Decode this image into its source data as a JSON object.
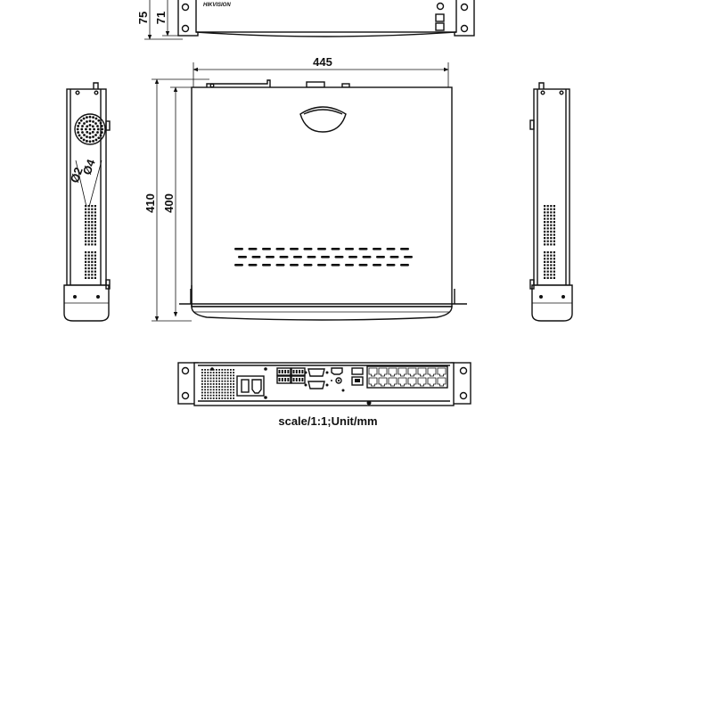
{
  "dimensions": {
    "height_outer": "75",
    "height_inner": "71",
    "width": "445",
    "depth_outer": "410",
    "depth_inner": "400",
    "hole_large": "Ø4",
    "hole_small": "Ø2"
  },
  "brand": "HIKVISION",
  "caption": "scale/1:1;Unit/mm"
}
